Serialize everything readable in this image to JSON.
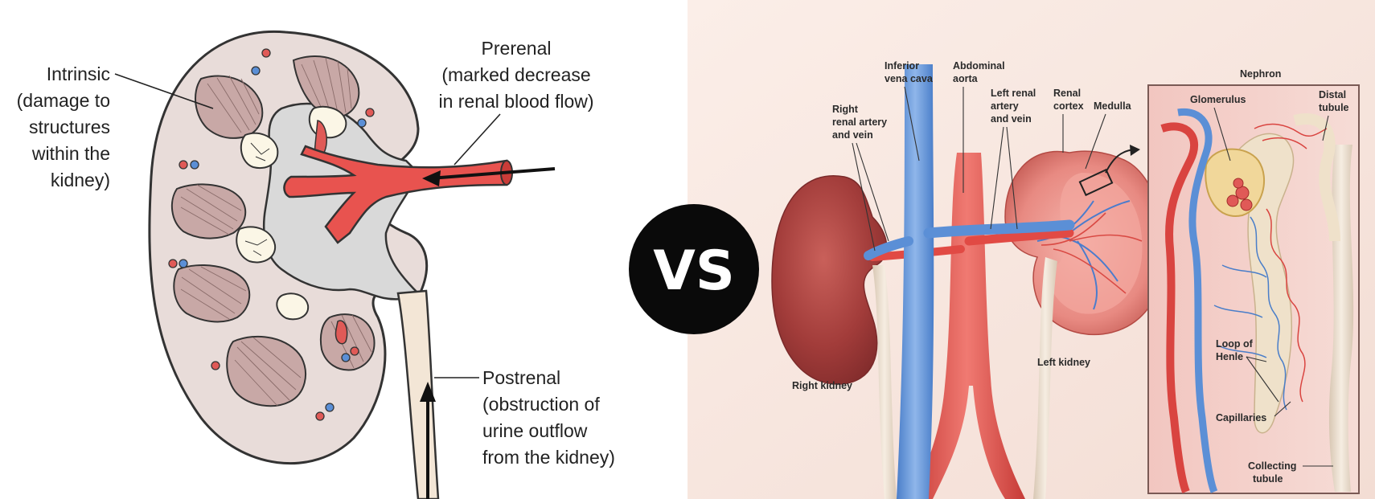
{
  "left_panel": {
    "labels": {
      "intrinsic": [
        "Intrinsic",
        "(damage to",
        "structures",
        "within the",
        "kidney)"
      ],
      "prerenal": [
        "Prerenal",
        "(marked decrease",
        "in renal blood flow)"
      ],
      "postrenal": [
        "Postrenal",
        "(obstruction of",
        "urine outflow",
        "from the kidney)"
      ]
    }
  },
  "vs_badge": {
    "text": "VS"
  },
  "right_panel": {
    "labels": {
      "inferior_vena_cava": [
        "Inferior",
        "vena cava"
      ],
      "abdominal_aorta": [
        "Abdominal",
        "aorta"
      ],
      "left_renal_artery_vein": [
        "Left renal",
        "artery",
        "and vein"
      ],
      "renal_cortex": [
        "Renal",
        "cortex"
      ],
      "medulla": [
        "Medulla"
      ],
      "right_renal_artery_vein": [
        "Right",
        "renal artery",
        "and vein"
      ],
      "right_kidney": [
        "Right kidney"
      ],
      "left_kidney": [
        "Left kidney"
      ]
    },
    "nephron_inset": {
      "title": "Nephron",
      "labels": {
        "glomerulus": [
          "Glomerulus"
        ],
        "distal_tubule": [
          "Distal",
          "tubule"
        ],
        "loop_of_henle": [
          "Loop of",
          "Henle"
        ],
        "capillaries": [
          "Capillaries"
        ],
        "collecting_tubule": [
          "Collecting",
          "tubule"
        ]
      }
    }
  },
  "colors": {
    "artery_red": "#e8534f",
    "vein_blue": "#5b8fd6",
    "kidney_outline": "#333333",
    "right_bg": "#f7e6df",
    "vs_badge_bg": "#0a0a0a"
  }
}
